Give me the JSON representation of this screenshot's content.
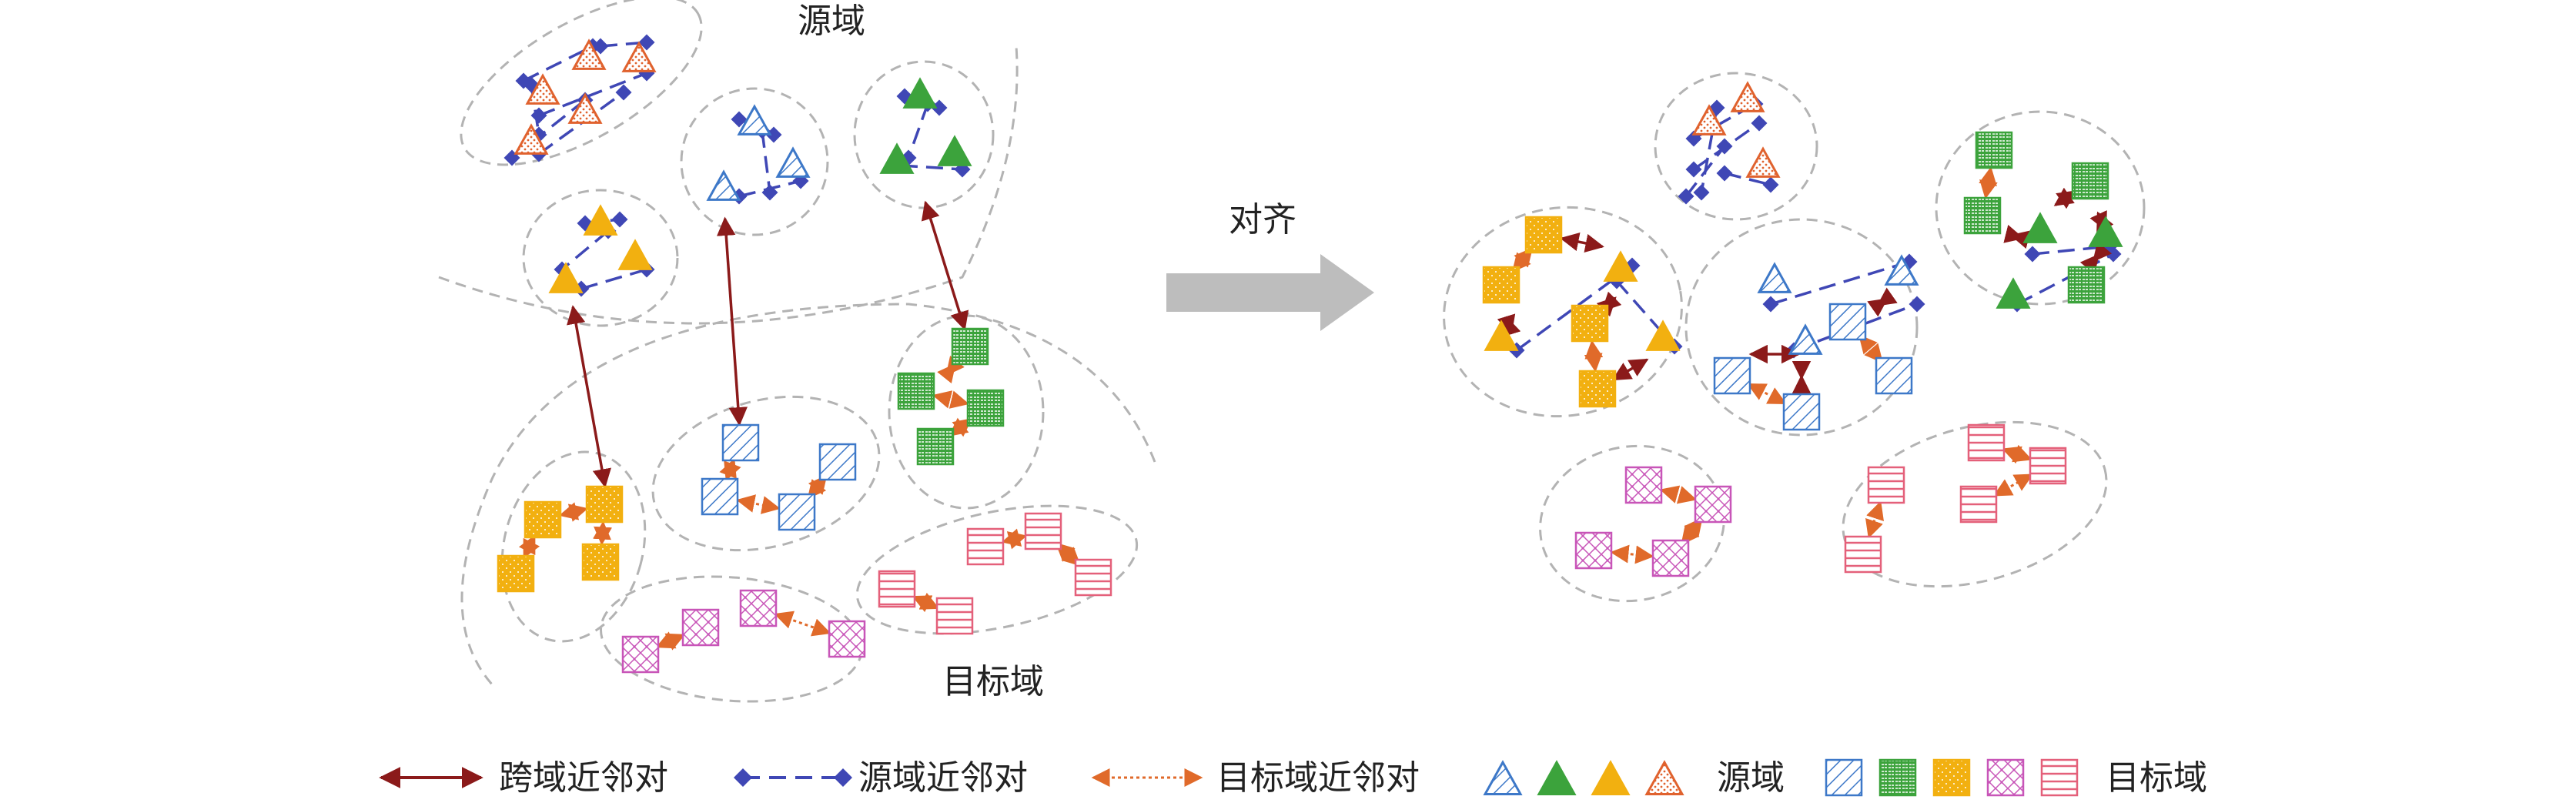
{
  "labels": {
    "source_domain": "源域",
    "target_domain": "目标域",
    "align": "对齐"
  },
  "legend": {
    "cross_domain_pair": "跨域近邻对",
    "source_pair": "源域近邻对",
    "target_pair": "目标域近邻对",
    "source_domain": "源域",
    "target_domain": "目标域"
  },
  "colors": {
    "cross_arrow": "#8b1a1a",
    "source_link": "#3f47b5",
    "target_link": "#e06a2a",
    "blue": "#3d78c8",
    "green": "#3ca33c",
    "yellow": "#f2b010",
    "orange": "#e0622e",
    "pink": "#c855b8",
    "red_stripe": "#e4607a",
    "dashed_outline": "#b3b3b3",
    "arrow_gray": "#bdbdbd"
  }
}
